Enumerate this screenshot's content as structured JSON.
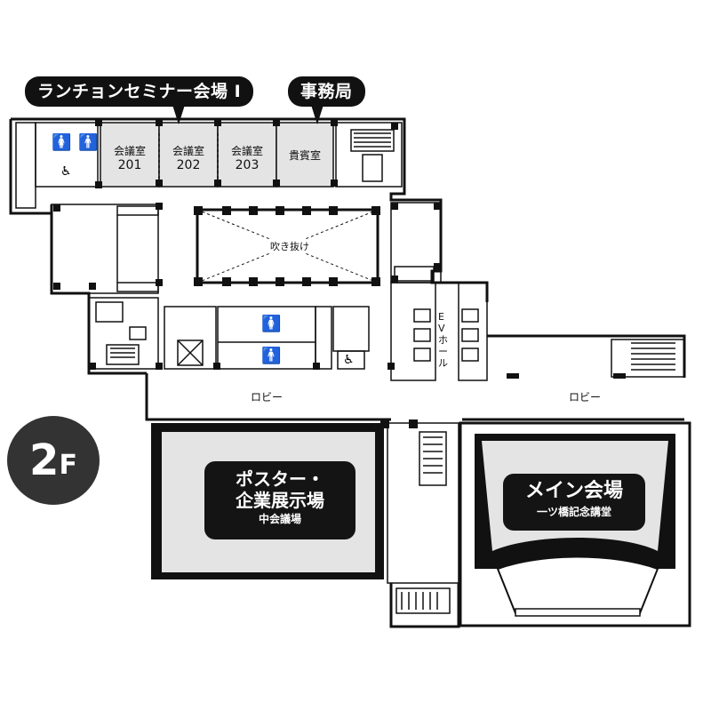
{
  "callouts": {
    "luncheon": "ランチョンセミナー会場 Ⅰ",
    "secretariat": "事務局"
  },
  "floor": {
    "number": "2",
    "unit": "F"
  },
  "rooms": {
    "room201": {
      "line1": "会議室",
      "line2": "201"
    },
    "room202": {
      "line1": "会議室",
      "line2": "202"
    },
    "room203": {
      "line1": "会議室",
      "line2": "203"
    },
    "vip": "貴賓室",
    "atrium": "吹き抜け",
    "ev_hall": "EVホール",
    "lobby_left": "ロビー",
    "lobby_right": "ロビー"
  },
  "poster_hall": {
    "line1": "ポスター・",
    "line2": "企業展示場",
    "sub": "中会議場"
  },
  "main_hall": {
    "title": "メイン会場",
    "sub": "一ツ橋記念講堂"
  },
  "icons": [
    "restroom-men-icon",
    "restroom-women-icon",
    "accessible-icon",
    "elevator-icon",
    "stairs-icon"
  ],
  "colors": {
    "room_fill": "#e4e4e4",
    "wall": "#111111",
    "badge": "#333333"
  }
}
